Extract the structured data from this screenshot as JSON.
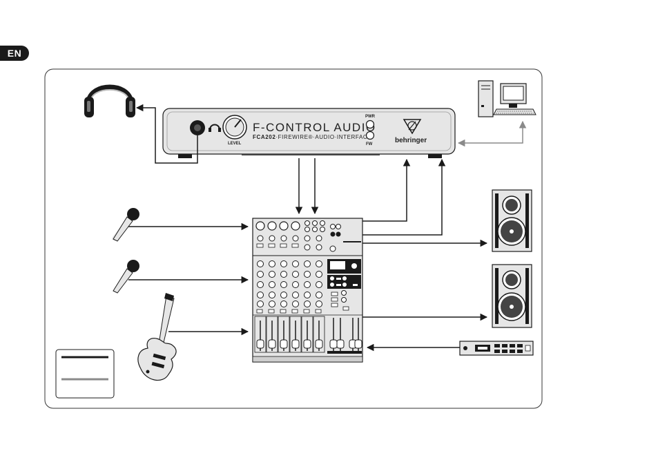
{
  "language_badge": "EN",
  "interface": {
    "title": "F-CONTROL AUDIO",
    "subtitle_model": "FCA202",
    "subtitle_rest": "·FIREWIRE®·AUDIO·INTERFACE",
    "level_label": "LEVEL",
    "pwr_label": "PWR",
    "fw_label": "FW",
    "brand": "behringer"
  },
  "legend": {
    "items": [
      {
        "kind": "audio",
        "color": "#1a1a1a"
      },
      {
        "kind": "firewire",
        "color": "#8a8a8a"
      }
    ]
  },
  "colors": {
    "audio_line": "#1a1a1a",
    "firewire_line": "#8a8a8a",
    "device_fill": "#e6e6e6",
    "dark": "#1a1a1a"
  }
}
